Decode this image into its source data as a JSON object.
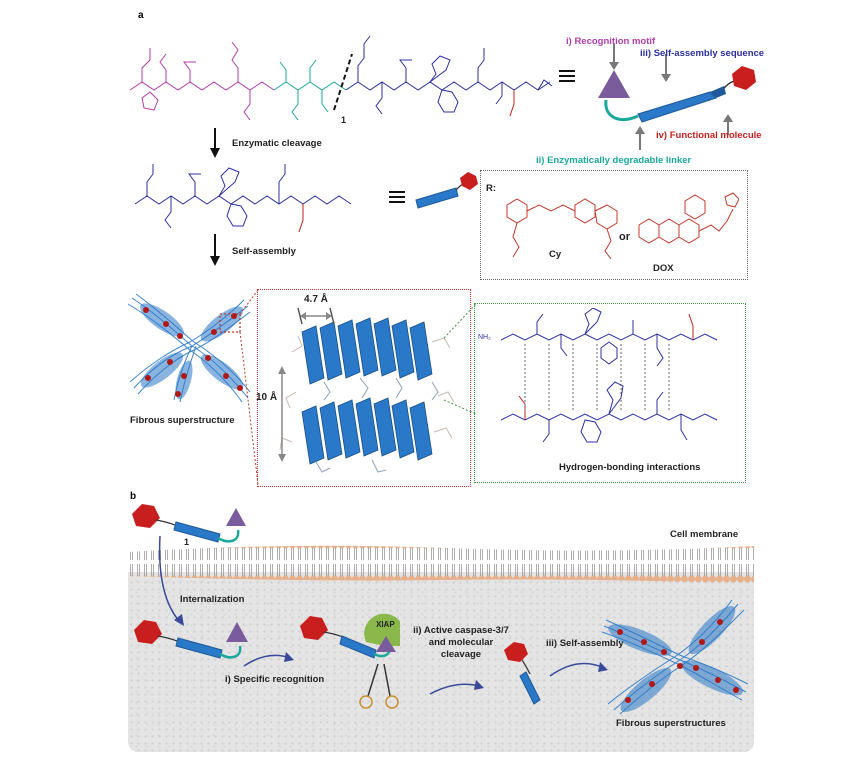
{
  "panel_a": {
    "letter": "a",
    "compound_number": "1",
    "labels": {
      "recognition": "i) Recognition motif",
      "linker": "ii) Enzymatically degradable linker",
      "self_assembly_seq": "iii) Self-assembly sequence",
      "functional": "iv) Functional molecule"
    },
    "steps": {
      "cleavage": "Enzymatic cleavage",
      "self_assembly": "Self-assembly"
    },
    "r_box": {
      "r_label": "R:",
      "cy": "Cy",
      "or": "or",
      "dox": "DOX"
    },
    "dimensions": {
      "spacing_a": "4.7 Å",
      "spacing_b": "10 Å"
    },
    "captions": {
      "fibrous": "Fibrous superstructure",
      "hbond": "Hydrogen-bonding interactions"
    },
    "nh2": "NH₂"
  },
  "panel_b": {
    "letter": "b",
    "compound_number": "1",
    "membrane": "Cell membrane",
    "internalization": "Internalization",
    "recognition": "i) Specific recognition",
    "xiap": "XIAP",
    "caspase_line1": "ii) Active caspase-3/7",
    "caspase_line2": "and molecular",
    "caspase_line3": "cleavage",
    "self_assembly": "iii) Self-assembly",
    "fibrous": "Fibrous superstructures"
  },
  "colors": {
    "pink": "#b03da8",
    "teal": "#1aa89a",
    "navy": "#2b2f9e",
    "red": "#c81e1e",
    "blue_fiber": "#2a78c8",
    "purple": "#7a5c9c",
    "dotted_red": "#c0392b",
    "dotted_green": "#3a9a3a",
    "membrane": "#e8b08a"
  }
}
